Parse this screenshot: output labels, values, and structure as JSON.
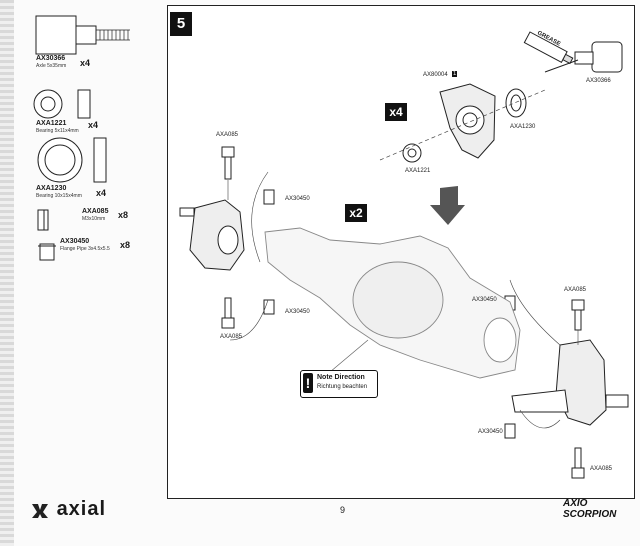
{
  "step_number": "5",
  "parts": [
    {
      "code": "AX30366",
      "desc": "Axle 5x35mm",
      "qty": "x4"
    },
    {
      "code": "AXA1221",
      "desc": "Bearing 5x11x4mm",
      "qty": "x4"
    },
    {
      "code": "AXA1230",
      "desc": "Bearing 10x15x4mm",
      "qty": "x4"
    },
    {
      "code": "AXA085",
      "desc": "M3x10mm",
      "qty": "x8"
    },
    {
      "code": "AX30450",
      "desc": "Flange Pipe 3x4.5x5.5",
      "qty": "x8"
    }
  ],
  "callouts": {
    "ax80004": "AX80004",
    "ax80004_num": "1",
    "axa1230": "AXA1230",
    "axa1221": "AXA1221",
    "ax30366": "AX30366",
    "grease": "GREASE",
    "axa085_tl": "AXA085",
    "ax30450_tl": "AX30450",
    "ax30450_ml": "AX30450",
    "axa085_bl": "AXA085",
    "ax30450_r": "AX30450",
    "axa085_tr": "AXA085",
    "ax30450_br": "AX30450",
    "axa085_br": "AXA085"
  },
  "badges": {
    "x4": "x4",
    "x2": "x2"
  },
  "note": {
    "title": "Note Direction",
    "subtitle": "Richtung beachten"
  },
  "page_number": "9",
  "brand": {
    "axial": "axial",
    "scorpion": "AXIO SCORPION"
  }
}
